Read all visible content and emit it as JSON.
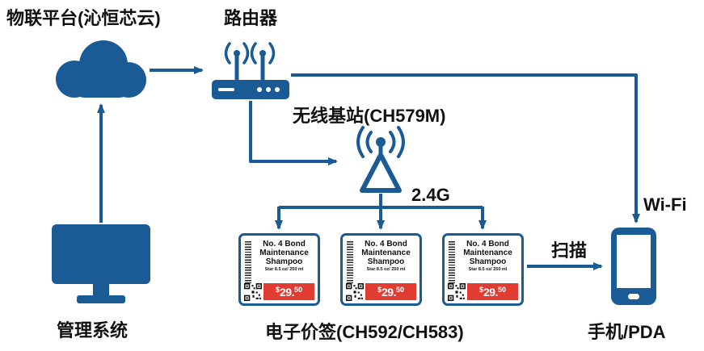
{
  "colors": {
    "primary": "#1A5B96",
    "price_red": "#E03C31",
    "text": "#111111"
  },
  "labels": {
    "iot_platform": "物联平台(沁恒芯云)",
    "router": "路由器",
    "base_station": "无线基站(CH579M)",
    "frequency": "2.4G",
    "wifi": "Wi-Fi",
    "scan": "扫描",
    "management_system": "管理系统",
    "price_tags": "电子价签(CH592/CH583)",
    "phone_pda": "手机/PDA"
  },
  "price_tag": {
    "title": "No. 4 Bond\nMaintenance\nShampoo",
    "subtitle": "Star 8.5 oz/ 250 ml",
    "price": {
      "currency": "$",
      "integer": "29.",
      "cents": "50"
    }
  }
}
